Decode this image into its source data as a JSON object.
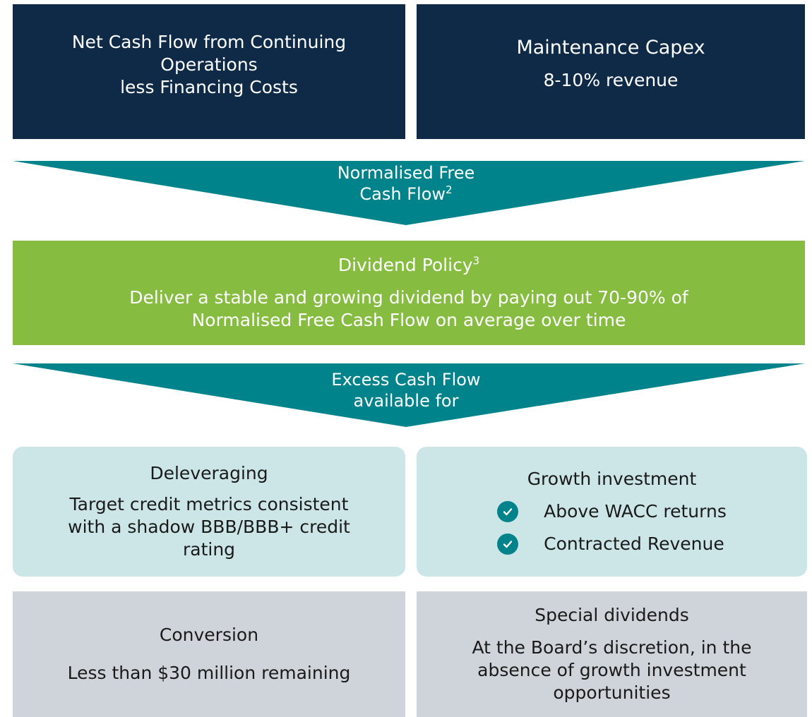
{
  "top": {
    "left_box": {
      "lines": [
        "Net Cash Flow from Continuing",
        "Operations",
        "less Financing Costs"
      ]
    },
    "right_box": {
      "title": "Maintenance Capex",
      "subtitle": "8-10% revenue"
    }
  },
  "arrow1": {
    "line1": "Normalised Free",
    "line2": "Cash Flow",
    "sup": "2"
  },
  "dividend": {
    "title": "Dividend Policy",
    "title_sup": "3",
    "lines": [
      "Deliver a stable and growing dividend by paying out 70-90% of",
      "Normalised Free Cash Flow on average over time"
    ]
  },
  "arrow2": {
    "line1": "Excess Cash Flow",
    "line2": "available for"
  },
  "deleveraging": {
    "title": "Deleveraging",
    "lines": [
      "Target credit metrics consistent",
      "with a shadow BBB/BBB+ credit",
      "rating"
    ]
  },
  "growth": {
    "title": "Growth investment",
    "items": [
      "Above WACC returns",
      "Contracted Revenue"
    ]
  },
  "conversion": {
    "title": "Conversion",
    "body": "Less than $30 million remaining"
  },
  "special": {
    "title": "Special dividends",
    "lines": [
      "At the Board’s discretion, in the",
      "absence of growth investment",
      "opportunities"
    ]
  },
  "colors": {
    "navy": "#0f2a47",
    "teal": "#00838a",
    "green": "#86bc40",
    "lightblue": "#cce6e8",
    "grey": "#cfd4da"
  }
}
